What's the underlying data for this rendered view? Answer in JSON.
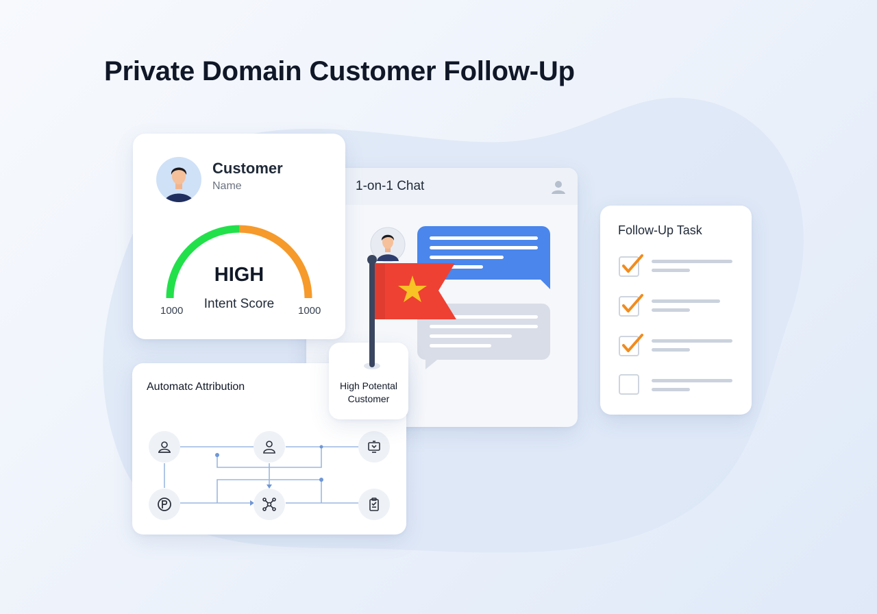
{
  "page": {
    "title": "Private Domain Customer Follow-Up"
  },
  "customer_card": {
    "title": "Customer",
    "subtitle": "Name",
    "gauge": {
      "value_text": "HIGH",
      "label": "Intent Score",
      "min_label": "1000",
      "max_label": "1000"
    }
  },
  "chat": {
    "title": "1-on-1 Chat"
  },
  "badge": {
    "line1": "High Potental",
    "line2": "Customer"
  },
  "attribution": {
    "title": "Automatc Attribution",
    "nodes": [
      "user-group-icon",
      "user-icon",
      "screen-icon",
      "p-circle-icon",
      "network-icon",
      "clipboard-icon"
    ]
  },
  "task": {
    "title": "Follow-Up Task",
    "items": [
      {
        "done": true
      },
      {
        "done": true
      },
      {
        "done": true
      },
      {
        "done": false
      }
    ]
  },
  "colors": {
    "gauge_green": "#22e04a",
    "gauge_orange": "#f59a2b",
    "bubble_blue": "#4a86ec",
    "bubble_gray": "#d8dde7",
    "flag_red": "#ee4133",
    "star_yellow": "#f7c325",
    "check_orange": "#f28b1c",
    "line_blue": "#9bb7e0"
  }
}
